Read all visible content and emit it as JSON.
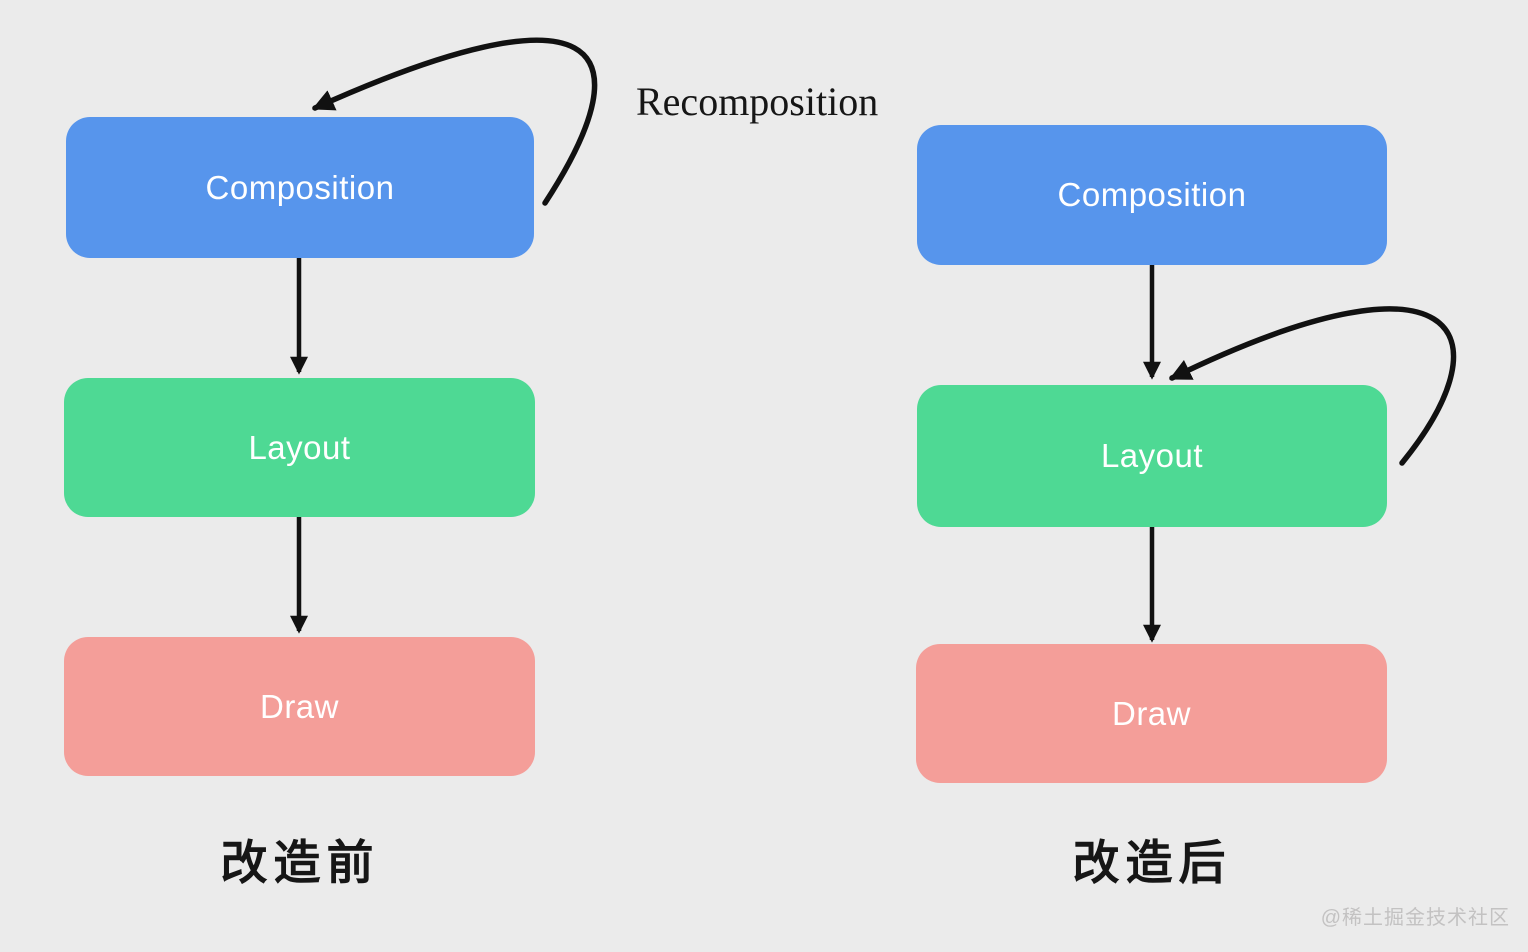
{
  "page": {
    "background": "#ebebeb"
  },
  "annotation": {
    "recomposition": "Recomposition"
  },
  "watermark": {
    "text": "@稀土掘金技术社区"
  },
  "colors": {
    "composition_box": "#5795ec",
    "layout_box": "#4ed994",
    "draw_box": "#f49e99",
    "arrow": "#111111",
    "node_text": "#ffffff",
    "caption_text": "#161616",
    "annotation_text": "#161616",
    "watermark_text": "#c3c2c2"
  },
  "diagrams": [
    {
      "caption": "改造前",
      "loop_target": "Composition",
      "nodes": [
        {
          "label": "Composition"
        },
        {
          "label": "Layout"
        },
        {
          "label": "Draw"
        }
      ]
    },
    {
      "caption": "改造后",
      "loop_target": "Layout",
      "nodes": [
        {
          "label": "Composition"
        },
        {
          "label": "Layout"
        },
        {
          "label": "Draw"
        }
      ]
    }
  ]
}
